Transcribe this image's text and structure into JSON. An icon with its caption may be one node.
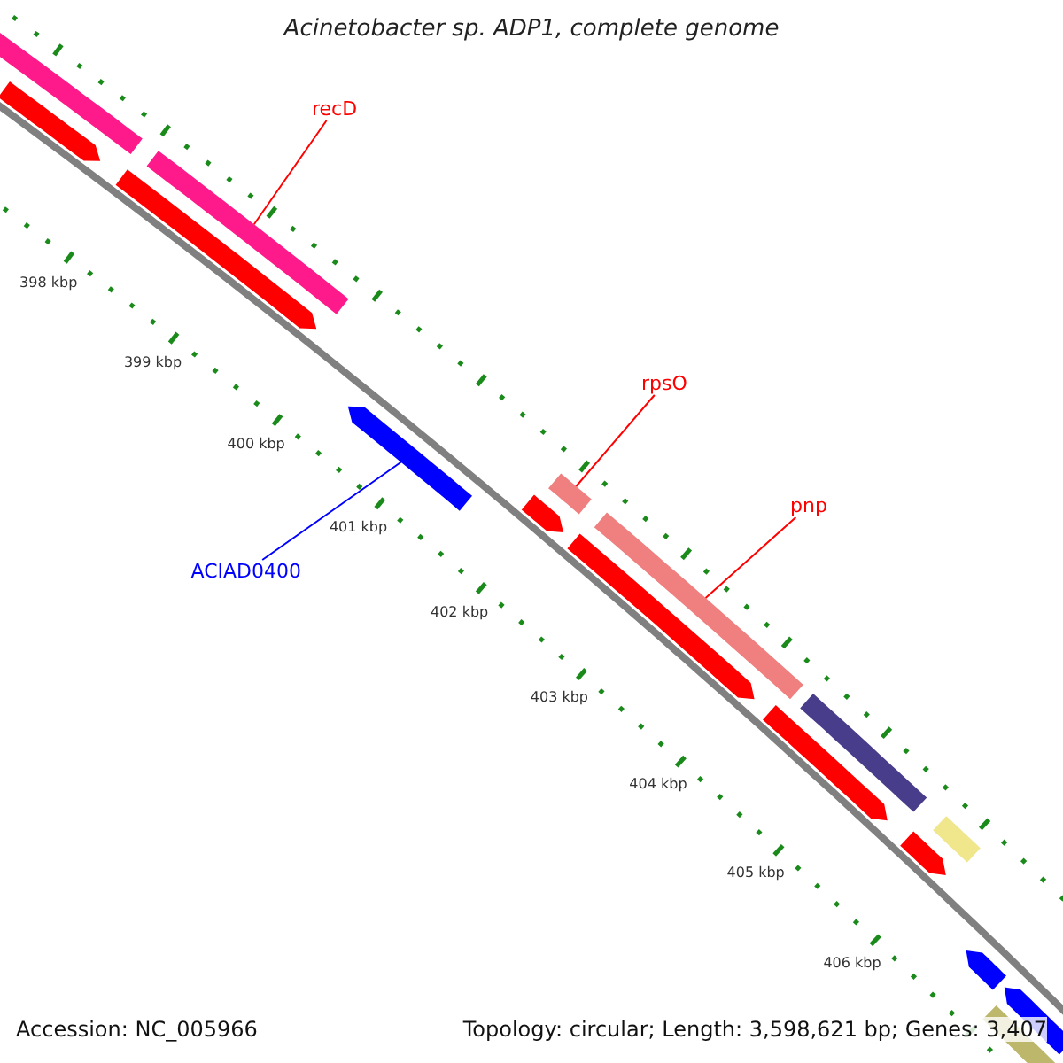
{
  "diagram": {
    "title": "Acinetobacter sp. ADP1, complete genome",
    "nodes": [
      {
        "text": [
          "recD"
        ]
      },
      {
        "text": [],
        "shape": "bar"
      },
      {
        "text": [
          "rpsO"
        ]
      },
      {
        "text": [],
        "shape": "bar"
      },
      {
        "text": [
          "pnp"
        ]
      },
      {
        "text": [],
        "shape": "bar"
      },
      {
        "text": [
          "ACIAD0400"
        ]
      },
      {
        "text": [],
        "shape": "bar"
      },
      {
        "text": [],
        "shape": "bar"
      },
      {
        "text": [],
        "shape": "bar"
      },
      {
        "text": [],
        "shape": "bar"
      },
      {
        "text": [],
        "shape": "bar"
      },
      {
        "text": [],
        "shape": "bar"
      },
      {
        "text": [],
        "shape": "bar"
      },
      {
        "text": [],
        "shape": "bar"
      },
      {
        "text": [],
        "shape": "bar"
      },
      {
        "text": [],
        "shape": "bar"
      },
      {
        "text": [],
        "shape": "bar"
      },
      {
        "text": [],
        "shape": "bar"
      },
      {
        "text": [],
        "shape": "bar"
      }
    ],
    "edges": [
      {
        "from": 0,
        "to": 1,
        "arrow": "none"
      },
      {
        "from": 2,
        "to": 3,
        "arrow": "none"
      },
      {
        "from": 4,
        "to": 5,
        "arrow": "none"
      },
      {
        "from": 6,
        "to": 7,
        "arrow": "none",
        "color": "#0000ff"
      }
    ],
    "labels": [
      "398 kbp",
      "399 kbp",
      "400 kbp",
      "401 kbp",
      "402 kbp",
      "403 kbp",
      "404 kbp",
      "405 kbp",
      "406 kbp",
      "Accession: NC_005966",
      "Topology: circular; Length: 3,598,621 bp; Genes: 3,407"
    ]
  }
}
